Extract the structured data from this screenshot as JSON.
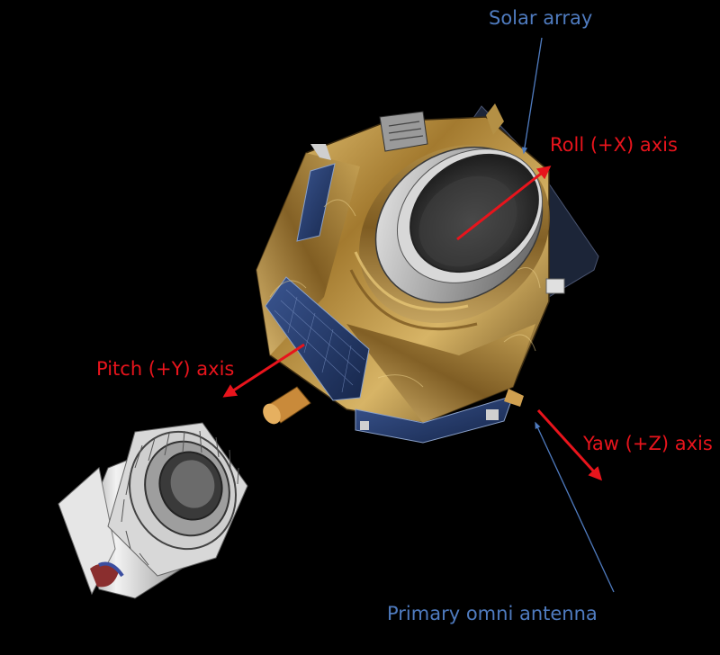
{
  "labels": {
    "solar_array": "Solar array",
    "roll_axis": "Roll (+X) axis",
    "pitch_axis": "Pitch (+Y) axis",
    "yaw_axis": "Yaw (+Z) axis",
    "omni_antenna": "Primary omni antenna"
  },
  "colors": {
    "background": "#000000",
    "axis_arrows": "#e8141c",
    "leader_lines": "#4f7bbf",
    "gold_foil": "#b08a3e",
    "solar_cells": "#1f3767"
  }
}
